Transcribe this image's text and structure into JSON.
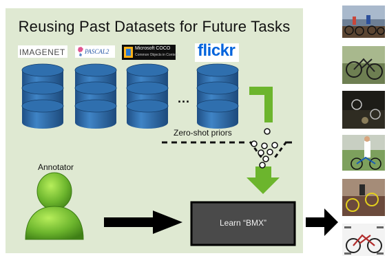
{
  "title": "Reusing Past Datasets for Future Tasks",
  "datasets": {
    "logos": [
      {
        "name": "imagenet-logo",
        "text": "IMAGENET"
      },
      {
        "name": "pascal-logo",
        "text": "PASCAL2"
      },
      {
        "name": "coco-logo",
        "text": "Microsoft COCO",
        "subtext": "Common Objects in Context"
      },
      {
        "name": "flickr-logo",
        "text": "flickr"
      }
    ],
    "ellipsis": "...",
    "priors_label": "Zero-shot priors"
  },
  "annotator": {
    "label": "Annotator"
  },
  "learner": {
    "label": "Learn “BMX”"
  },
  "colors": {
    "panel": "#dfe9d2",
    "cylinder": "#2f6fae",
    "green_arrow": "#6cb52d",
    "person": "#5aa425",
    "box": "#4a4a4a",
    "arrow": "#000000"
  },
  "output_images": [
    {
      "name": "bmx-image-riders"
    },
    {
      "name": "bmx-image-bike-closeup"
    },
    {
      "name": "bmx-image-night-race"
    },
    {
      "name": "bmx-image-person-bike"
    },
    {
      "name": "bmx-image-jump"
    },
    {
      "name": "bmx-image-labeled-bike"
    }
  ]
}
